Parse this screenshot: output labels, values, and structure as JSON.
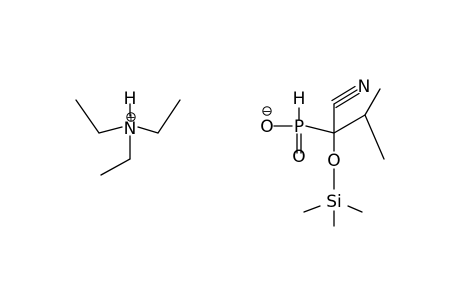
{
  "cation": {
    "hydrogen": "H",
    "charge": "+",
    "nitrogen": "N"
  },
  "anion": {
    "phosphorus_hydrogen": "H",
    "phosphorus": "P",
    "oxide_minus": "O",
    "minus_charge": "−",
    "oxo": "O",
    "nitrile_nitrogen": "N",
    "ether_oxygen": "O",
    "silicon": "Si"
  }
}
